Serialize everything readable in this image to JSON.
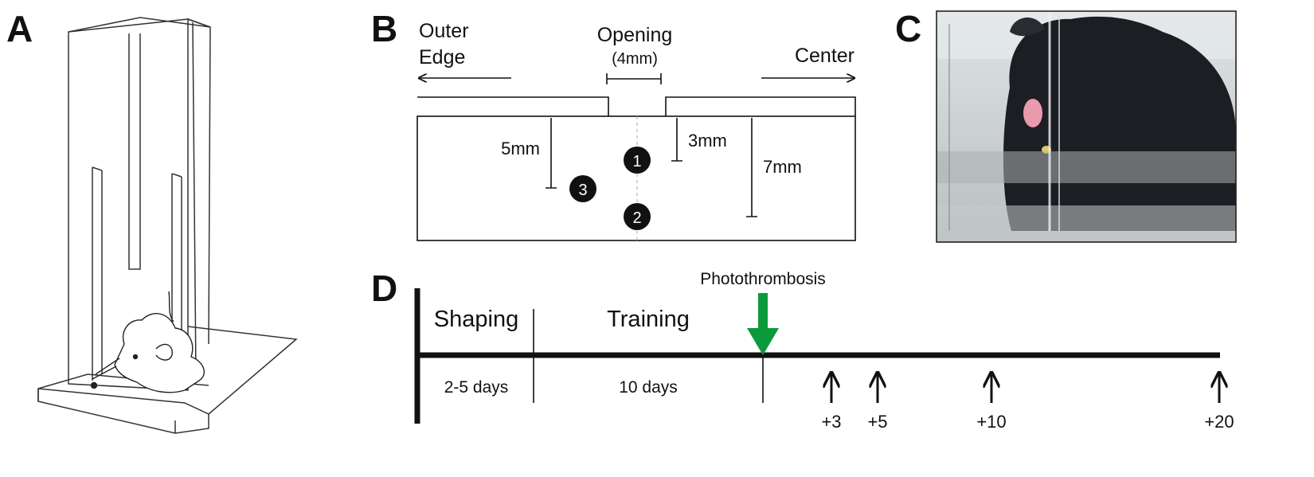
{
  "panel_labels": {
    "a": "A",
    "b": "B",
    "c": "C",
    "d": "D"
  },
  "panel_b": {
    "outer_edge_line1": "Outer",
    "outer_edge_line2": "Edge",
    "opening_title": "Opening",
    "opening_width": "(4mm)",
    "center_label": "Center",
    "dim_5mm": "5mm",
    "dim_3mm": "3mm",
    "dim_7mm": "7mm",
    "marker_1": "1",
    "marker_2": "2",
    "marker_3": "3"
  },
  "panel_d": {
    "event_label": "Photothrombosis",
    "phase_shaping": "Shaping",
    "phase_training": "Training",
    "duration_shaping": "2-5 days",
    "duration_training": "10 days",
    "timepoints": [
      "+3",
      "+5",
      "+10",
      "+20"
    ],
    "event_arrow_color": "#0a9a3c"
  },
  "colors": {
    "ink": "#111111",
    "chamber_line": "#333333",
    "photo_bg": "#c9cfcf",
    "mouse_fur": "#1d1e24",
    "nose": "#e99aac"
  }
}
